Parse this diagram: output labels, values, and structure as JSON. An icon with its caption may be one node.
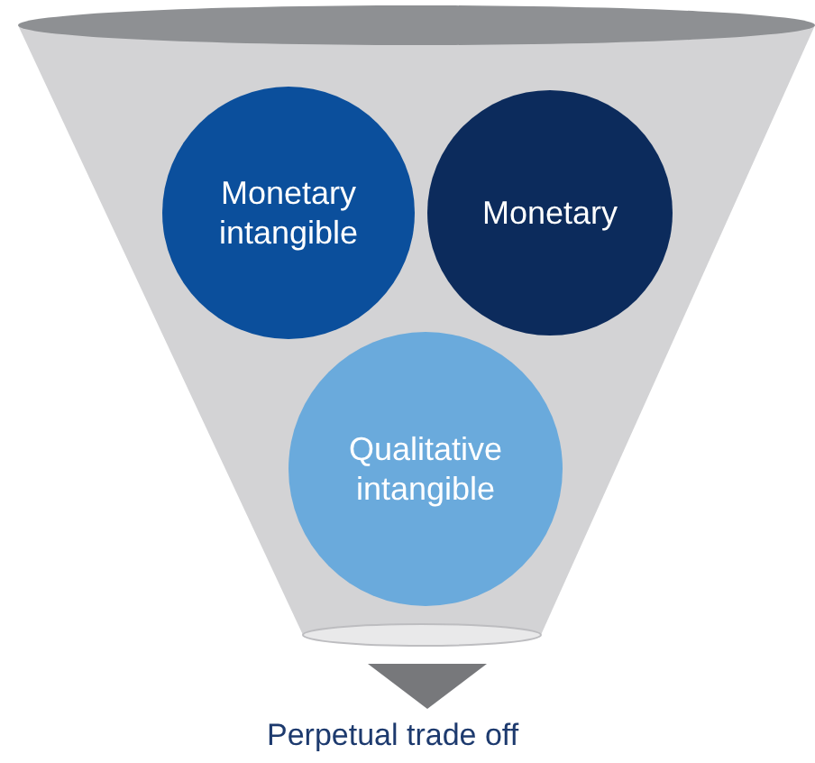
{
  "diagram": {
    "nodes": [
      {
        "text": [
          "Monetary intangible"
        ]
      },
      {
        "text": [
          "Monetary"
        ]
      },
      {
        "text": [
          "Qualitative intangible"
        ]
      }
    ],
    "labels": [
      "Perpetual trade off"
    ]
  }
}
